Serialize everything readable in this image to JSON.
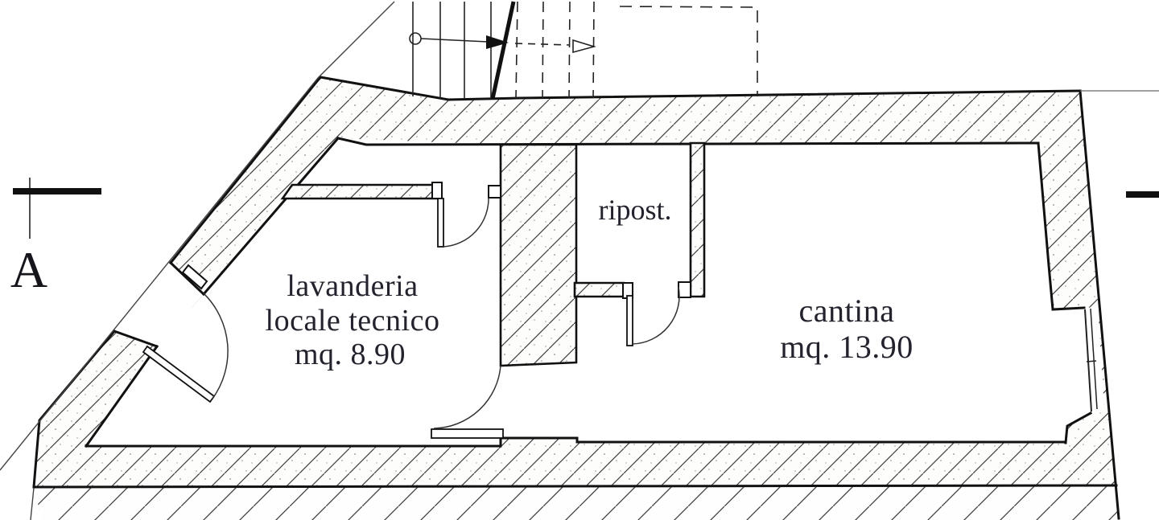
{
  "drawing": {
    "type_label": "floor-plan",
    "rooms": {
      "lavanderia": {
        "name": "lavanderia",
        "type_label": "locale tecnico",
        "area_label": "mq. 8.90"
      },
      "ripostiglio": {
        "name": "ripost."
      },
      "cantina": {
        "name": "cantina",
        "area_label": "mq. 13.90"
      }
    },
    "section": {
      "letter": "A"
    },
    "colors": {
      "ink": "#111111",
      "label_text": "#23232e",
      "hatch_line": "#3f3f3f",
      "stipple_dot": "#8a8a8a"
    }
  }
}
